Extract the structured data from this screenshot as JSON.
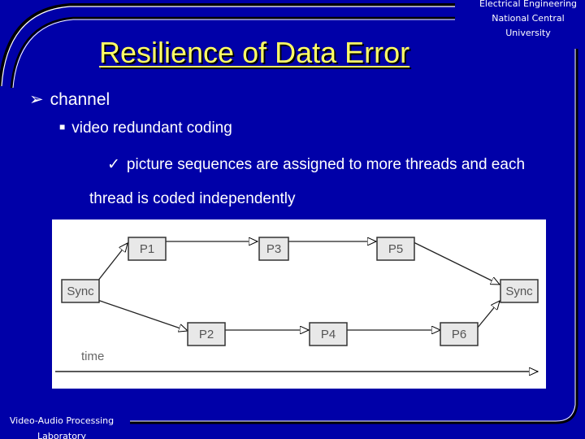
{
  "header": {
    "org_line1": "Electrical Engineering",
    "org_line2": "National Central",
    "org_line3": "University"
  },
  "title": "Resilience of Data Error",
  "bullets": {
    "level1": "channel",
    "level2": "video redundant coding",
    "level3": "picture sequences are assigned to more threads and each thread is coded independently"
  },
  "diagram": {
    "nodes": {
      "sync_left": "Sync",
      "sync_right": "Sync",
      "p1": "P1",
      "p2": "P2",
      "p3": "P3",
      "p4": "P4",
      "p5": "P5",
      "p6": "P6"
    },
    "time_label": "time"
  },
  "footer": {
    "line1": "Video-Audio Processing",
    "line2": "Laboratory"
  },
  "colors": {
    "background": "#0000a8",
    "title": "#ffff66",
    "text": "#ffffff",
    "box_fill": "#e8e8e8"
  }
}
